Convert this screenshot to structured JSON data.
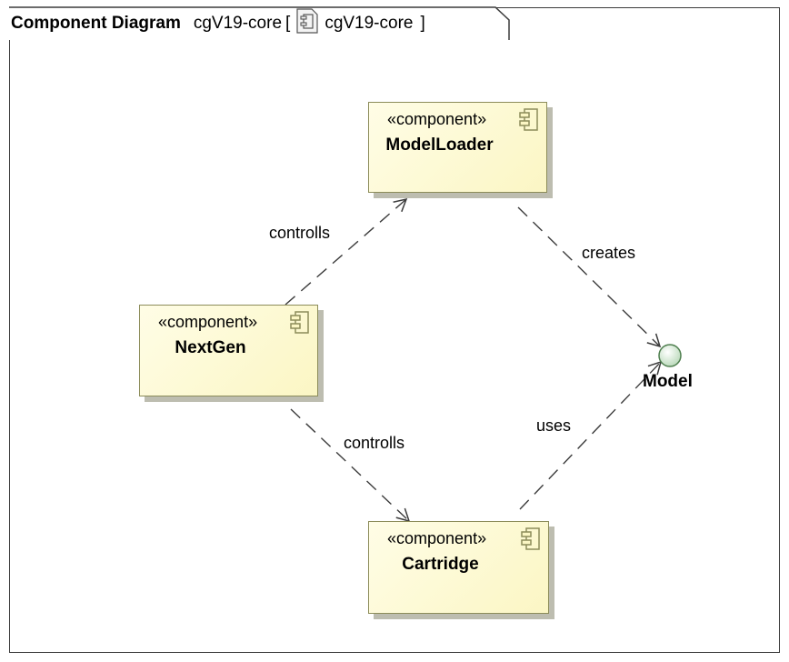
{
  "diagram": {
    "kind": "Component Diagram",
    "name": "cgV19-core",
    "bracket_open": "[",
    "package_name": "cgV19-core",
    "bracket_close": "]"
  },
  "components": {
    "model_loader": {
      "stereotype": "«component»",
      "name": "ModelLoader"
    },
    "next_gen": {
      "stereotype": "«component»",
      "name": "NextGen"
    },
    "cartridge": {
      "stereotype": "«component»",
      "name": "Cartridge"
    }
  },
  "interface": {
    "name": "Model"
  },
  "relations": {
    "nextgen_to_modelloader": "controlls",
    "nextgen_to_cartridge": "controlls",
    "modelloader_to_model": "creates",
    "cartridge_to_model": "uses"
  },
  "colors": {
    "component_fill": "#fbf6c4",
    "component_border": "#8c8c5a",
    "interface_fill": "#cfe3cf",
    "line": "#3c3c3c"
  }
}
